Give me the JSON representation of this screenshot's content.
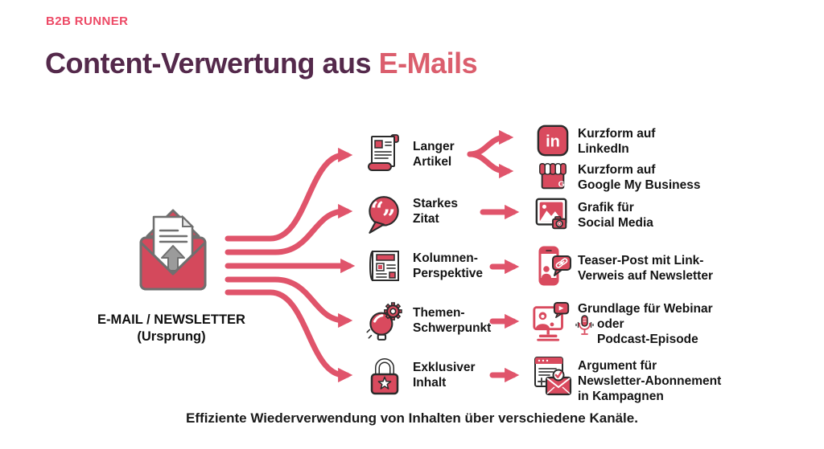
{
  "brand": "B2B RUNNER",
  "title": {
    "main": "Content-Verwertung aus",
    "accent": "E-Mails"
  },
  "origin": {
    "icon": "envelope-upload-icon",
    "line1": "E-MAIL / NEWSLETTER",
    "line2": "(Ursprung)"
  },
  "middle_items": [
    {
      "icon": "scroll-article-icon",
      "line1": "Langer",
      "line2": "Artikel"
    },
    {
      "icon": "quote-bubble-icon",
      "line1": "Starkes",
      "line2": "Zitat"
    },
    {
      "icon": "newspaper-icon",
      "line1": "Kolumnen-",
      "line2": "Perspektive"
    },
    {
      "icon": "bulb-gear-icon",
      "line1": "Themen-",
      "line2": "Schwerpunkt"
    },
    {
      "icon": "lock-star-icon",
      "line1": "Exklusiver",
      "line2": "Inhalt"
    }
  ],
  "right_items": [
    {
      "icon": "linkedin-icon",
      "line1": "Kurzform auf",
      "line2": "LinkedIn"
    },
    {
      "icon": "google-my-business-icon",
      "line1": "Kurzform auf",
      "line2": "Google My Business"
    },
    {
      "icon": "social-image-icon",
      "line1": "Grafik für",
      "line2": "Social Media"
    },
    {
      "icon": "phone-link-icon",
      "line1": "Teaser-Post mit Link-",
      "line2": "Verweis auf Newsletter"
    },
    {
      "icon": "webinar-icon",
      "inline_icon": "microphone-icon",
      "line1": "Grundlage für Webinar",
      "line2": "oder",
      "line3": "Podcast-Episode"
    },
    {
      "icon": "newsletter-signup-icon",
      "line1": "Argument für",
      "line2": "Newsletter-Abonnement",
      "line3": "in Kampagnen"
    }
  ],
  "caption": "Effiziente Wiederverwendung von Inhalten über verschiedene Kanäle.",
  "colors": {
    "arrow": "#E0546B",
    "icon_red": "#D94A5E",
    "title_dark": "#54294B",
    "title_accent": "#DB5E6D",
    "brand_pink": "#ED4A66",
    "text": "#141414"
  }
}
